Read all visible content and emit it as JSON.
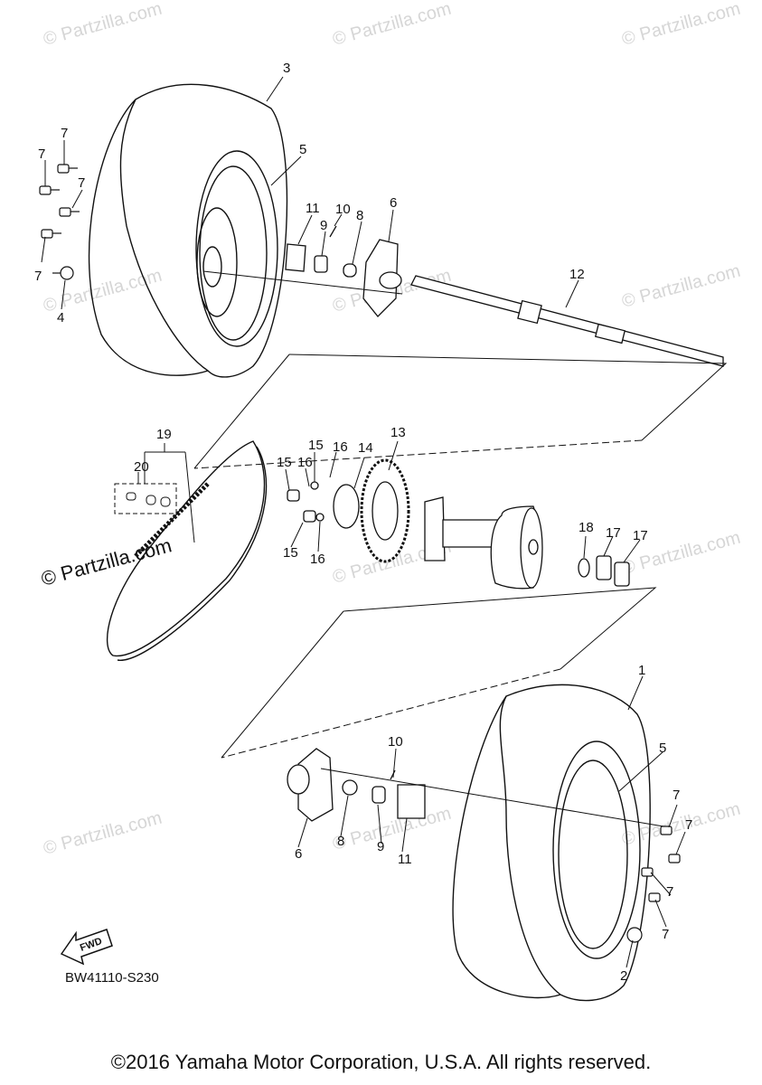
{
  "watermark": "© Partzilla.com",
  "diagram_code": "BW41110-S230",
  "fwd_label": "FWD",
  "copyright": "©2016 Yamaha Motor Corporation, U.S.A. All rights reserved.",
  "callouts": [
    "1",
    "2",
    "3",
    "4",
    "5",
    "6",
    "7",
    "8",
    "9",
    "10",
    "11",
    "12",
    "13",
    "14",
    "15",
    "16",
    "17",
    "18",
    "19",
    "20"
  ]
}
